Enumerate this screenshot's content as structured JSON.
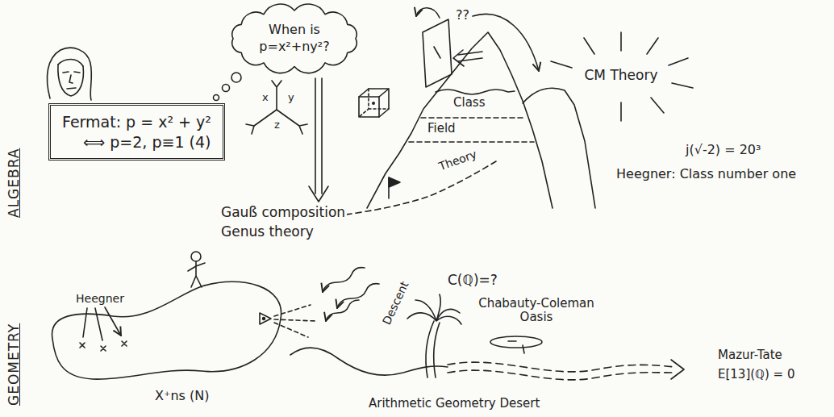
{
  "diagram": {
    "nodes": [
      {
        "text": [
          "Fermat: p = x² + y²",
          "⟺ p=2, p≡1 (4)"
        ]
      },
      {
        "text": [
          "When is p=x²+ny²?"
        ]
      }
    ],
    "labels": [
      "ALGEBRA",
      "x",
      "y",
      "z",
      "Gauß composition",
      "Genus theory",
      "??",
      "Class",
      "Field",
      "Theory",
      "CM Theory",
      "j(√-2) = 20³",
      "Heegner: Class number one",
      "GEOMETRY",
      "Heegner",
      "X⁺ns (N)",
      "C(ℚ)=?",
      "Descent",
      "Chabauty-Coleman Oasis",
      "Arithmetic Geometry Desert",
      "Mazur-Tate",
      "E[13](ℚ) = 0"
    ]
  }
}
